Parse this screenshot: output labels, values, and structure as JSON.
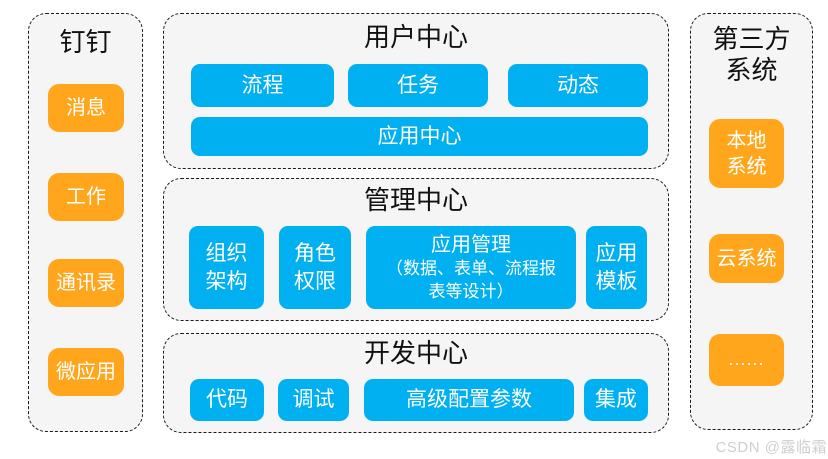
{
  "colors": {
    "accent_blue": "#00B0F0",
    "accent_orange": "#FFA61C",
    "panel_background": "#F5F5F5",
    "panel_border": "#1A1A1A",
    "watermark_gray": "#CFCFCF"
  },
  "dingtalk": {
    "title": "钉钉",
    "items": [
      "消息",
      "工作",
      "通讯录",
      "微应用"
    ]
  },
  "user_center": {
    "title": "用户中心",
    "row1": [
      "流程",
      "任务",
      "动态"
    ],
    "row2": "应用中心"
  },
  "management_center": {
    "title": "管理中心",
    "boxes": [
      {
        "main": "组织\n架构"
      },
      {
        "main": "角色\n权限"
      },
      {
        "main": "应用管理",
        "sub": "（数据、表单、流程报\n表等设计）"
      },
      {
        "main": "应用\n模板"
      }
    ]
  },
  "development_center": {
    "title": "开发中心",
    "boxes": [
      "代码",
      "调试",
      "高级配置参数",
      "集成"
    ]
  },
  "third_party": {
    "title": "第三方\n系统",
    "items": [
      "本地\n系统",
      "云系统",
      "......"
    ]
  },
  "watermark": "CSDN @露临霜"
}
